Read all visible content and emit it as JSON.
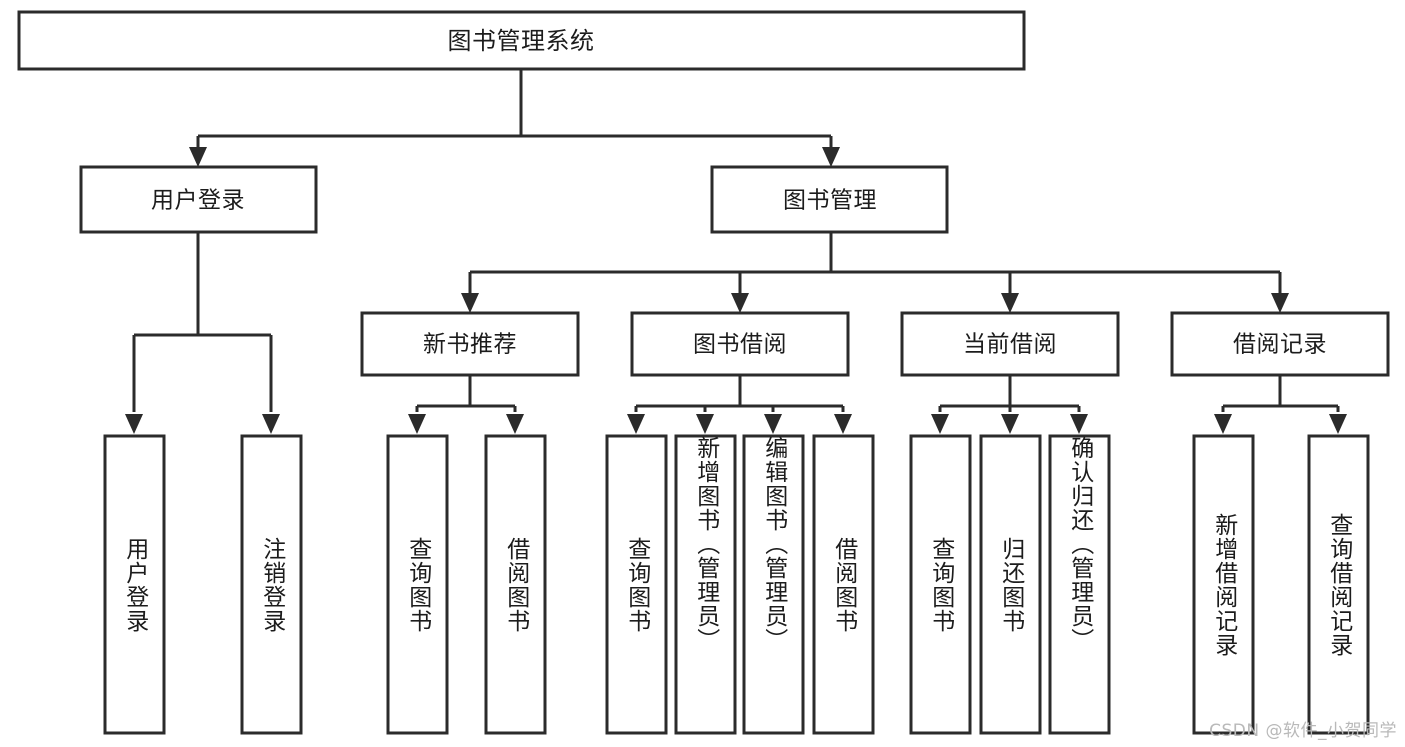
{
  "diagram": {
    "type": "tree-hierarchy",
    "title": "图书管理系统",
    "watermark": "CSDN @软件_小贺同学",
    "colors": {
      "stroke": "#2b2b2b",
      "fill": "#ffffff",
      "text": "#1c1c1c",
      "watermark": "#b9b9b9",
      "background": "#ffffff"
    },
    "root": {
      "label": "图书管理系统"
    },
    "level2": [
      {
        "label": "用户登录"
      },
      {
        "label": "图书管理"
      }
    ],
    "level3": [
      {
        "label": "新书推荐"
      },
      {
        "label": "图书借阅"
      },
      {
        "label": "当前借阅"
      },
      {
        "label": "借阅记录"
      }
    ],
    "leaves": {
      "user_login": [
        {
          "label": "用户登录"
        },
        {
          "label": "注销登录"
        }
      ],
      "new_book_recommend": [
        {
          "label": "查询图书"
        },
        {
          "label": "借阅图书"
        }
      ],
      "book_borrow": [
        {
          "label": "查询图书"
        },
        {
          "label": "新增图书（管理员）"
        },
        {
          "label": "编辑图书（管理员）"
        },
        {
          "label": "借阅图书"
        }
      ],
      "current_borrow": [
        {
          "label": "查询图书"
        },
        {
          "label": "归还图书"
        },
        {
          "label": "确认归还（管理员）"
        }
      ],
      "borrow_record": [
        {
          "label": "新增借阅记录"
        },
        {
          "label": "查询借阅记录"
        }
      ]
    }
  }
}
